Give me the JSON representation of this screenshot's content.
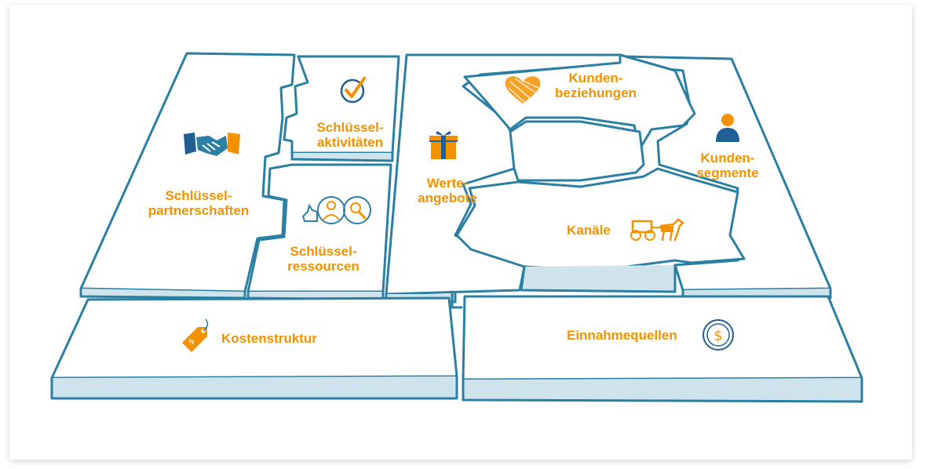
{
  "colors": {
    "line": "#2a7fa3",
    "fill_light": "#cfe3ec",
    "accent": "#f39200",
    "dark_blue": "#1f5f93"
  },
  "blocks": {
    "key_partners": {
      "line1": "Schlüssel-",
      "line2": "partnerschaften",
      "icon": "handshake-icon"
    },
    "key_activities": {
      "line1": "Schlüssel-",
      "line2": "aktivitäten",
      "icon": "checkmark-icon"
    },
    "key_resources": {
      "line1": "Schlüssel-",
      "line2": "ressourcen",
      "icon": "people-magnifier-icon"
    },
    "value_propositions": {
      "line1": "Werte-",
      "line2": "angebote",
      "icon": "gift-icon"
    },
    "customer_relationships": {
      "line1": "Kunden-",
      "line2": "beziehungen",
      "icon": "heart-icon"
    },
    "customer_segments": {
      "line1": "Kunden-",
      "line2": "segmente",
      "icon": "person-icon"
    },
    "channels": {
      "line1": "Kanäle",
      "icon": "horse-carriage-icon"
    },
    "cost_structure": {
      "line1": "Kostenstruktur",
      "icon": "price-tag-icon"
    },
    "revenue_streams": {
      "line1": "Einnahmequellen",
      "icon": "coin-icon"
    }
  }
}
